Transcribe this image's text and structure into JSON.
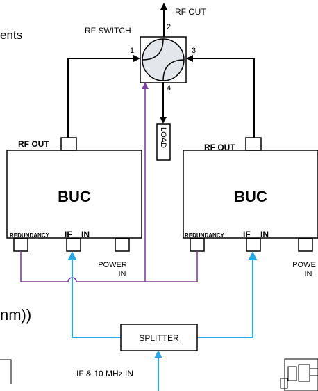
{
  "page": {
    "cropped_text_left": "ents",
    "cropped_text_mid": "nm))"
  },
  "rf_switch": {
    "label": "RF SWITCH",
    "port_1": "1",
    "port_2": "2",
    "port_3": "3",
    "port_4": "4"
  },
  "rf_out_top": "RF OUT",
  "load": "LOAD",
  "buc_left": {
    "title": "BUC",
    "rf_out": "RF OUT",
    "redundancy": "REDUNDANCY",
    "if_in_if": "IF",
    "if_in_in": "IN",
    "power_in_line1": "POWER",
    "power_in_line2": "IN"
  },
  "buc_right": {
    "title": "BUC",
    "rf_out": "RF OUT",
    "redundancy": "REDUNDANCY",
    "if_in_if": "IF",
    "if_in_in": "IN",
    "power_in_line1": "POWE",
    "power_in_line2": "IN"
  },
  "splitter": {
    "label": "SPLITTER"
  },
  "input_label": "IF & 10 MHz IN",
  "colors": {
    "line": "#000000",
    "redundancy_line": "#7b3fa0",
    "if_line": "#29a9e0",
    "switch_fill": "#e3e6ea"
  },
  "icons": [
    "arrow-up-icon",
    "arrow-down-icon",
    "arrow-right-icon",
    "arrow-left-icon",
    "connector-icon"
  ]
}
